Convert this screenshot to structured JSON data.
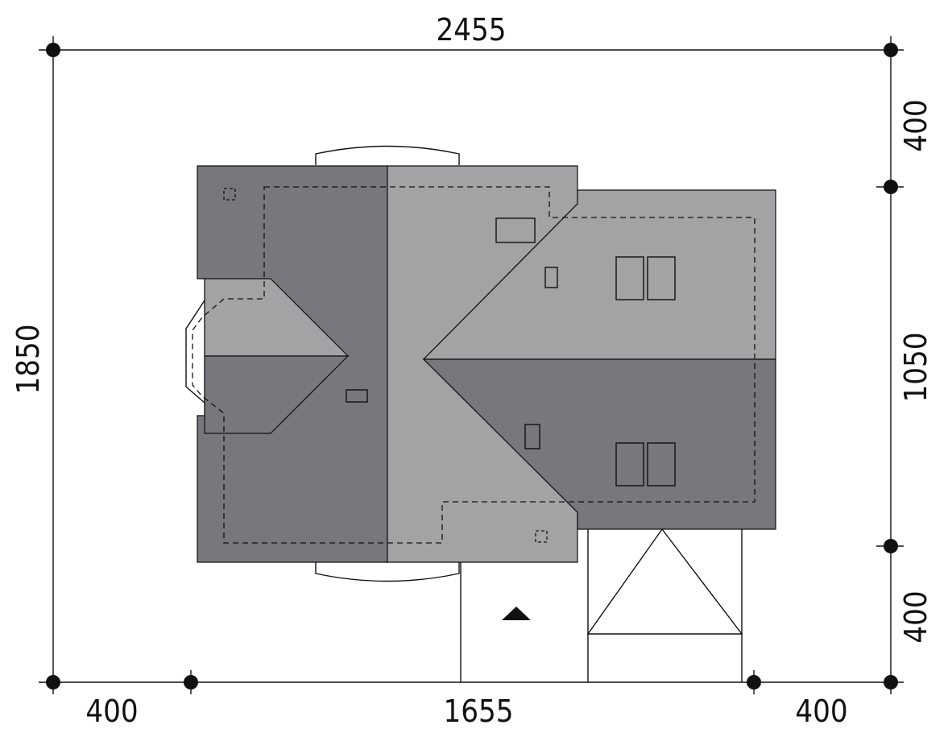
{
  "dimensions": {
    "top_total": "2455",
    "left_total": "1850",
    "right_upper": "400",
    "right_middle": "1050",
    "right_lower": "400",
    "bottom_left": "400",
    "bottom_middle": "1655",
    "bottom_right": "400"
  },
  "colors": {
    "roof_dark": "#77777d",
    "roof_light": "#a3a3a5",
    "line": "#111111",
    "background": "#ffffff"
  },
  "icons": {
    "entrance_marker": "triangle-up-icon"
  }
}
